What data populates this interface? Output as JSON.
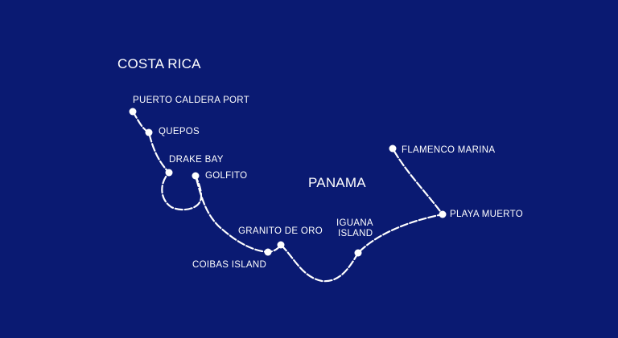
{
  "map": {
    "colors": {
      "background": "#0a1a72",
      "route": "#ffffff"
    },
    "countries": [
      {
        "id": "costa-rica",
        "name": "COSTA RICA"
      },
      {
        "id": "panama",
        "name": "PANAMA"
      }
    ],
    "stops": [
      {
        "id": "puerto-caldera-port",
        "label": "PUERTO CALDERA PORT"
      },
      {
        "id": "quepos",
        "label": "QUEPOS"
      },
      {
        "id": "drake-bay",
        "label": "DRAKE BAY"
      },
      {
        "id": "golfito",
        "label": "GOLFITO"
      },
      {
        "id": "coibas-island",
        "label": "COIBAS ISLAND"
      },
      {
        "id": "granito-de-oro",
        "label": "GRANITO DE ORO"
      },
      {
        "id": "iguana-island",
        "label_line1": "IGUANA",
        "label_line2": "ISLAND"
      },
      {
        "id": "playa-muerto",
        "label": "PLAYA MUERTO"
      },
      {
        "id": "flamenco-marina",
        "label": "FLAMENCO MARINA"
      }
    ]
  }
}
